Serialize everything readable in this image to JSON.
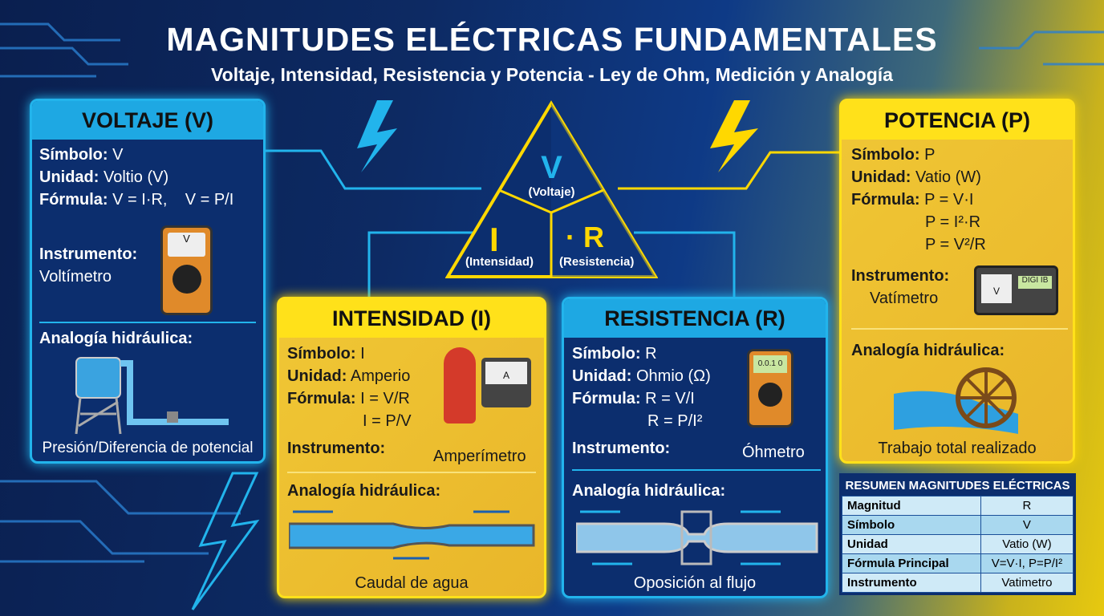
{
  "title": "MAGNITUDES ELÉCTRICAS FUNDAMENTALES",
  "subtitle": "Voltaje, Intensidad, Resistencia y Potencia - Ley de Ohm, Medición y Analogía",
  "triangle": {
    "top": "V",
    "top_label": "(Voltaje)",
    "left": "I",
    "left_label": "(Intensidad)",
    "right": "· R",
    "right_label": "(Resistencia)"
  },
  "voltaje": {
    "title": "VOLTAJE (V)",
    "simbolo_k": "Símbolo:",
    "simbolo_v": "V",
    "unidad_k": "Unidad:",
    "unidad_v": "Voltio (V)",
    "formula_k": "Fórmula:",
    "formula_v": "V = I·R,    V = P/I",
    "instr_k": "Instrumento:",
    "instr_v": "Voltímetro",
    "meter_label": "V",
    "analogia": "Analogía hidráulica:",
    "caption": "Presión/Diferencia de potencial"
  },
  "intensidad": {
    "title": "INTENSIDAD (I)",
    "simbolo_k": "Símbolo:",
    "simbolo_v": "I",
    "unidad_k": "Unidad:",
    "unidad_v": "Amperio",
    "formula_k": "Fórmula:",
    "formula_v1": "I = V/R",
    "formula_v2": "I = P/V",
    "instr_k": "Instrumento:",
    "instr_v": "Amperímetro",
    "meter_label": "A",
    "analogia": "Analogía hidráulica:",
    "caption": "Caudal de agua"
  },
  "resistencia": {
    "title": "RESISTENCIA (R)",
    "simbolo_k": "Símbolo:",
    "simbolo_v": "R",
    "unidad_k": "Unidad:",
    "unidad_v": "Ohmio (Ω)",
    "formula_k": "Fórmula:",
    "formula_v1": "R = V/I",
    "formula_v2": "R = P/I²",
    "instr_k": "Instrumento:",
    "instr_v": "Óhmetro",
    "meter_label": "0.0.1 0",
    "analogia": "Analogía hidráulica:",
    "caption": "Oposición al flujo"
  },
  "potencia": {
    "title": "POTENCIA (P)",
    "simbolo_k": "Símbolo:",
    "simbolo_v": "P",
    "unidad_k": "Unidad:",
    "unidad_v": "Vatio (W)",
    "formula_k": "Fórmula:",
    "formula_v1": "P = V·I",
    "formula_v2": "P = I²·R",
    "formula_v3": "P = V²/R",
    "instr_k": "Instrumento:",
    "instr_v": "Vatímetro",
    "meter_label": "V",
    "display": "DIGI IB",
    "analogia": "Analogía hidráulica:",
    "caption": "Trabajo total realizado"
  },
  "table": {
    "title": "RESUMEN MAGNITUDES ELÉCTRICAS",
    "rows": [
      {
        "k": "Magnitud",
        "v": "R"
      },
      {
        "k": "Símbolo",
        "v": "V"
      },
      {
        "k": "Unidad",
        "v": "Vatio (W)"
      },
      {
        "k": "Fórmula Principal",
        "v": "V=V·I, P=P/I²"
      },
      {
        "k": "Instrumento",
        "v": "Vatimetro"
      }
    ]
  }
}
